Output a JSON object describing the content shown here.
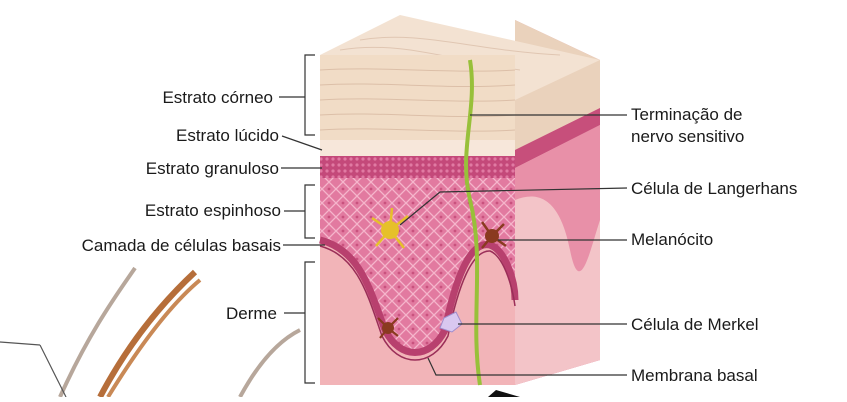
{
  "labels": {
    "left": {
      "estrato_corneo": "Estrato córneo",
      "estrato_lucido": "Estrato lúcido",
      "estrato_granuloso": "Estrato granuloso",
      "estrato_espinhoso": "Estrato espinhoso",
      "camada_basal": "Camada de células basais",
      "derme": "Derme"
    },
    "right": {
      "terminacao_line1": "Terminação de",
      "terminacao_line2": "nervo sensitivo",
      "langerhans": "Célula de Langerhans",
      "melanocito": "Melanócito",
      "merkel": "Célula de Merkel",
      "membrana_basal": "Membrana basal"
    }
  },
  "colors": {
    "corneum": "#f2dcc8",
    "lucidum": "#f6e4d6",
    "granulosum": "#c8507c",
    "spinosum": "#e47aa2",
    "dermis": "#f1b0b6",
    "nerve": "#9cc23a",
    "hair": "#a86a3a"
  }
}
